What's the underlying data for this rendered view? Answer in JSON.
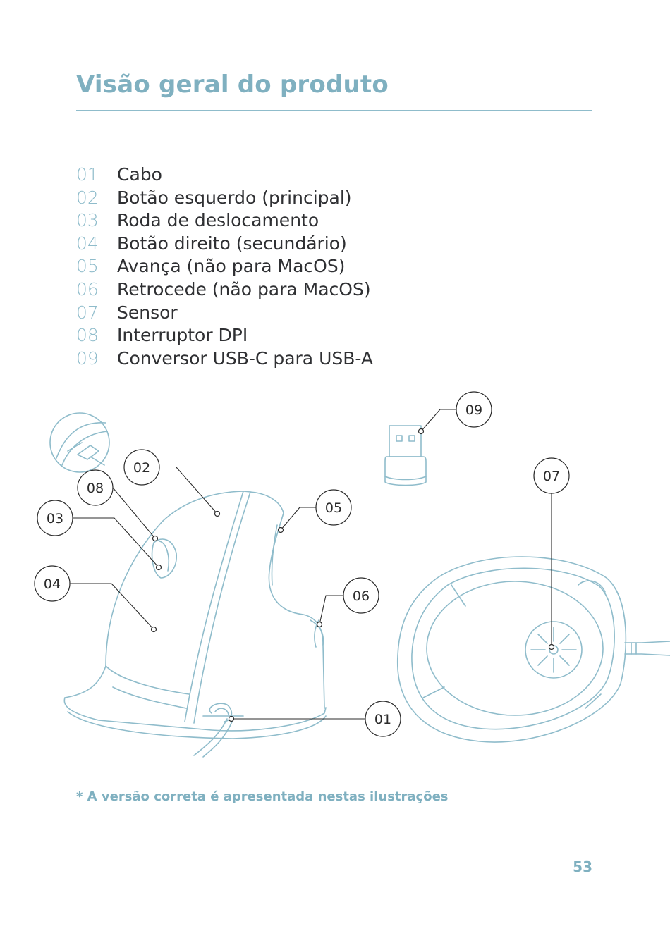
{
  "title": "Visão geral do produto",
  "parts": [
    {
      "num": "01",
      "label": "Cabo"
    },
    {
      "num": "02",
      "label": "Botão esquerdo (principal)"
    },
    {
      "num": "03",
      "label": "Roda de deslocamento"
    },
    {
      "num": "04",
      "label": "Botão direito (secundário)"
    },
    {
      "num": "05",
      "label": "Avança (não para MacOS)"
    },
    {
      "num": "06",
      "label": "Retrocede (não para MacOS)"
    },
    {
      "num": "07",
      "label": "Sensor"
    },
    {
      "num": "08",
      "label": "Interruptor DPI"
    },
    {
      "num": "09",
      "label": "Conversor USB-C para USB-A"
    }
  ],
  "callouts": [
    "01",
    "02",
    "03",
    "04",
    "05",
    "06",
    "07",
    "08",
    "09"
  ],
  "footnote": "* A versão correta é apresentada nestas ilustrações",
  "page_number": "53",
  "colors": {
    "accent": "#7fb0c0",
    "line_art": "#8fbccb",
    "text": "#2f3033"
  }
}
